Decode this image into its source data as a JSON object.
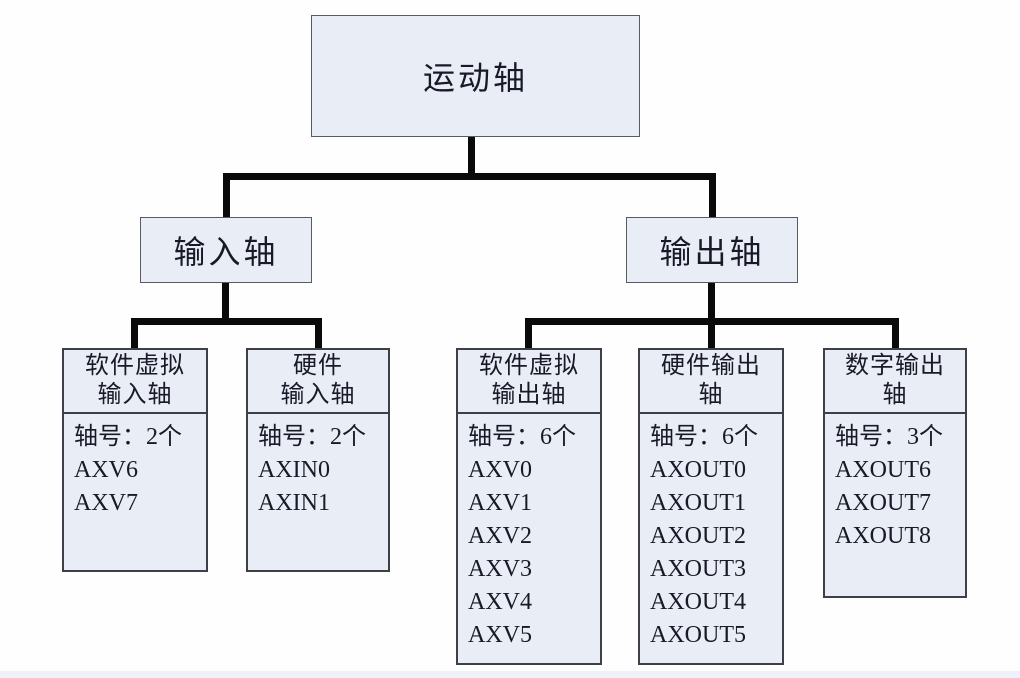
{
  "colors": {
    "background": "#fefefe",
    "box_fill": "#e9edf6",
    "box_border": "#3f3f48",
    "connector": "#0a0a0a",
    "text": "#191927"
  },
  "root": {
    "label": "运动轴"
  },
  "branches": [
    {
      "label": "输入轴"
    },
    {
      "label": "输出轴"
    }
  ],
  "leaves": [
    {
      "title": [
        "软件虚拟",
        "输入轴"
      ],
      "body": [
        "轴号：2个",
        "AXV6",
        "AXV7"
      ]
    },
    {
      "title": [
        "硬件",
        "输入轴"
      ],
      "body": [
        "轴号：2个",
        "AXIN0",
        "AXIN1"
      ]
    },
    {
      "title": [
        "软件虚拟",
        "输出轴"
      ],
      "body": [
        "轴号：6个",
        "AXV0",
        "AXV1",
        "AXV2",
        "AXV3",
        "AXV4",
        "AXV5"
      ]
    },
    {
      "title": [
        "硬件输出",
        "轴"
      ],
      "body": [
        "轴号：6个",
        "AXOUT0",
        "AXOUT1",
        "AXOUT2",
        "AXOUT3",
        "AXOUT4",
        "AXOUT5"
      ]
    },
    {
      "title": [
        "数字输出",
        "轴"
      ],
      "body": [
        "轴号：3个",
        "AXOUT6",
        "AXOUT7",
        "AXOUT8"
      ]
    }
  ]
}
